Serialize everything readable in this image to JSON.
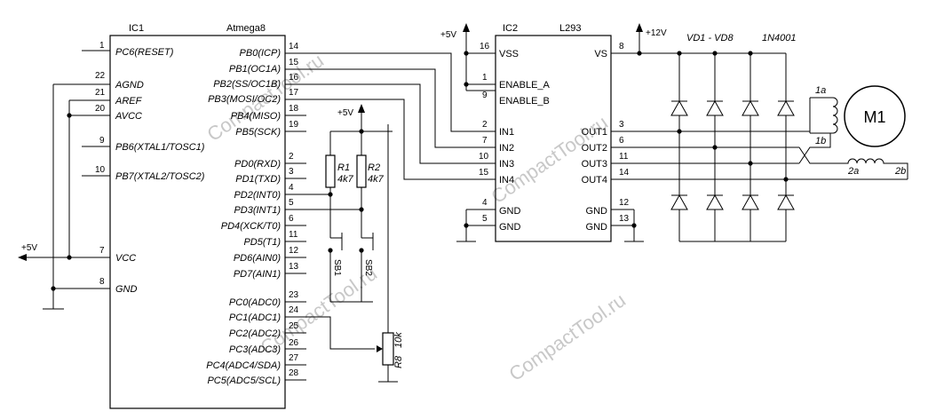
{
  "ic1": {
    "ref": "IC1",
    "part": "Atmega8",
    "left_pins": [
      {
        "num": "1",
        "name": "PC6(RESET)"
      },
      {
        "num": "22",
        "name": "AGND"
      },
      {
        "num": "21",
        "name": "AREF"
      },
      {
        "num": "20",
        "name": "AVCC"
      },
      {
        "num": "9",
        "name": "PB6(XTAL1/TOSC1)"
      },
      {
        "num": "10",
        "name": "PB7(XTAL2/TOSC2)"
      },
      {
        "num": "7",
        "name": "VCC"
      },
      {
        "num": "8",
        "name": "GND"
      }
    ],
    "right_pins": [
      {
        "num": "14",
        "name": "PB0(ICP)"
      },
      {
        "num": "15",
        "name": "PB1(OC1A)"
      },
      {
        "num": "16",
        "name": "PB2(SS/OC1B)"
      },
      {
        "num": "17",
        "name": "PB3(MOSI/OC2)"
      },
      {
        "num": "18",
        "name": "PB4(MISO)"
      },
      {
        "num": "19",
        "name": "PB5(SCK)"
      },
      {
        "num": "2",
        "name": "PD0(RXD)"
      },
      {
        "num": "3",
        "name": "PD1(TXD)"
      },
      {
        "num": "4",
        "name": "PD2(INT0)"
      },
      {
        "num": "5",
        "name": "PD3(INT1)"
      },
      {
        "num": "6",
        "name": "PD4(XCK/T0)"
      },
      {
        "num": "11",
        "name": "PD5(T1)"
      },
      {
        "num": "12",
        "name": "PD6(AIN0)"
      },
      {
        "num": "13",
        "name": "PD7(AIN1)"
      },
      {
        "num": "23",
        "name": "PC0(ADC0)"
      },
      {
        "num": "24",
        "name": "PC1(ADC1)"
      },
      {
        "num": "25",
        "name": "PC2(ADC2)"
      },
      {
        "num": "26",
        "name": "PC3(ADC3)"
      },
      {
        "num": "27",
        "name": "PC4(ADC4/SDA)"
      },
      {
        "num": "28",
        "name": "PC5(ADC5/SCL)"
      }
    ]
  },
  "ic2": {
    "ref": "IC2",
    "part": "L293",
    "left_pins": [
      {
        "num": "16",
        "name": "VSS"
      },
      {
        "num": "1",
        "name": "ENABLE_A"
      },
      {
        "num": "9",
        "name": "ENABLE_B"
      },
      {
        "num": "2",
        "name": "IN1"
      },
      {
        "num": "7",
        "name": "IN2"
      },
      {
        "num": "10",
        "name": "IN3"
      },
      {
        "num": "15",
        "name": "IN4"
      },
      {
        "num": "4",
        "name": "GND"
      },
      {
        "num": "5",
        "name": "GND"
      }
    ],
    "right_pins": [
      {
        "num": "8",
        "name": "VS"
      },
      {
        "num": "3",
        "name": "OUT1"
      },
      {
        "num": "6",
        "name": "OUT2"
      },
      {
        "num": "11",
        "name": "OUT3"
      },
      {
        "num": "14",
        "name": "OUT4"
      },
      {
        "num": "12",
        "name": "GND"
      },
      {
        "num": "13",
        "name": "GND"
      }
    ]
  },
  "power": {
    "vcc_left": "+5V",
    "vcc_buttons": "+5V",
    "vcc_ic2": "+5V",
    "vcc_motor": "+12V"
  },
  "resistors": [
    {
      "ref": "R1",
      "value": "4k7"
    },
    {
      "ref": "R2",
      "value": "4k7"
    }
  ],
  "buttons": [
    "SB1",
    "SB2"
  ],
  "pot": {
    "ref": "R8",
    "value": "10k"
  },
  "diodes": {
    "ref": "VD1 - VD8",
    "part": "1N4001"
  },
  "motor": {
    "ref": "M1",
    "coil_labels": [
      "1a",
      "1b",
      "2a",
      "2b"
    ]
  },
  "watermark": "CompactTool.ru"
}
